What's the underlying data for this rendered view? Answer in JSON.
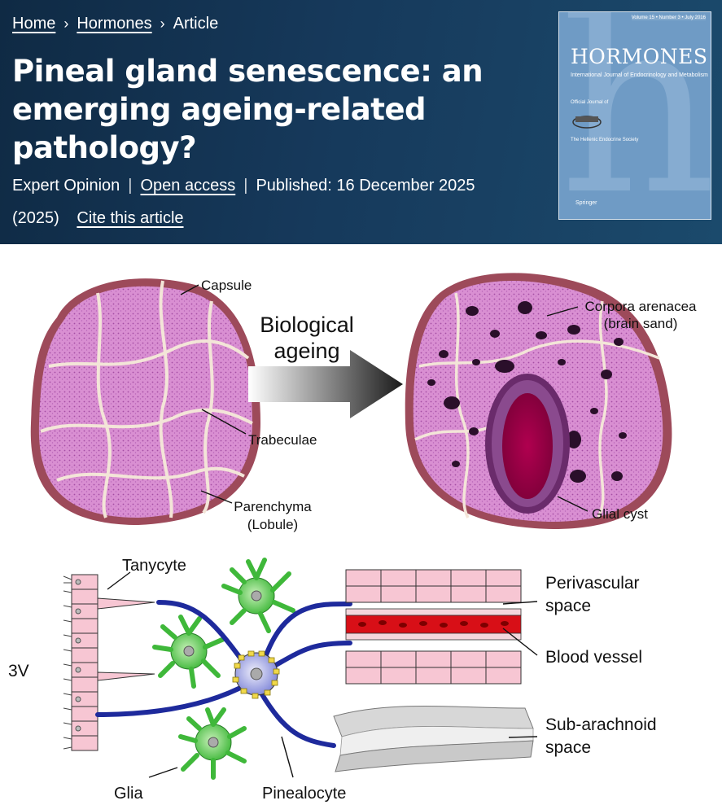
{
  "breadcrumb": {
    "home": "Home",
    "section": "Hormones",
    "current": "Article",
    "separator": "›"
  },
  "article": {
    "title": "Pineal gland senescence: an emerging ageing-related pathology?",
    "type": "Expert Opinion",
    "access": "Open access",
    "published": "Published: 16 December 2025",
    "year": "(2025)",
    "cite": "Cite this article"
  },
  "cover": {
    "journal": "HORMONES",
    "subtitle": "International Journal of Endocrinology and Metabolism",
    "official": "Official Journal of",
    "society": "The Hellenic Endocrine Society",
    "publisher": "Springer",
    "issue_line": "Volume 15 • Number 3 • July 2016"
  },
  "figure": {
    "top": {
      "arrow_label_1": "Biological",
      "arrow_label_2": "ageing",
      "capsule": "Capsule",
      "trabeculae": "Trabeculae",
      "parenchyma_1": "Parenchyma",
      "parenchyma_2": "(Lobule)",
      "corpora_1": "Corpora arenacea",
      "corpora_2": "(brain sand)",
      "cyst": "Glial cyst"
    },
    "bottom": {
      "tanycyte": "Tanycyte",
      "ventricle": "3V",
      "glia": "Glia",
      "pinealocyte": "Pinealocyte",
      "perivascular_1": "Perivascular",
      "perivascular_2": "space",
      "blood_vessel": "Blood vessel",
      "subarachnoid_1": "Sub-arachnoid",
      "subarachnoid_2": "space"
    }
  }
}
